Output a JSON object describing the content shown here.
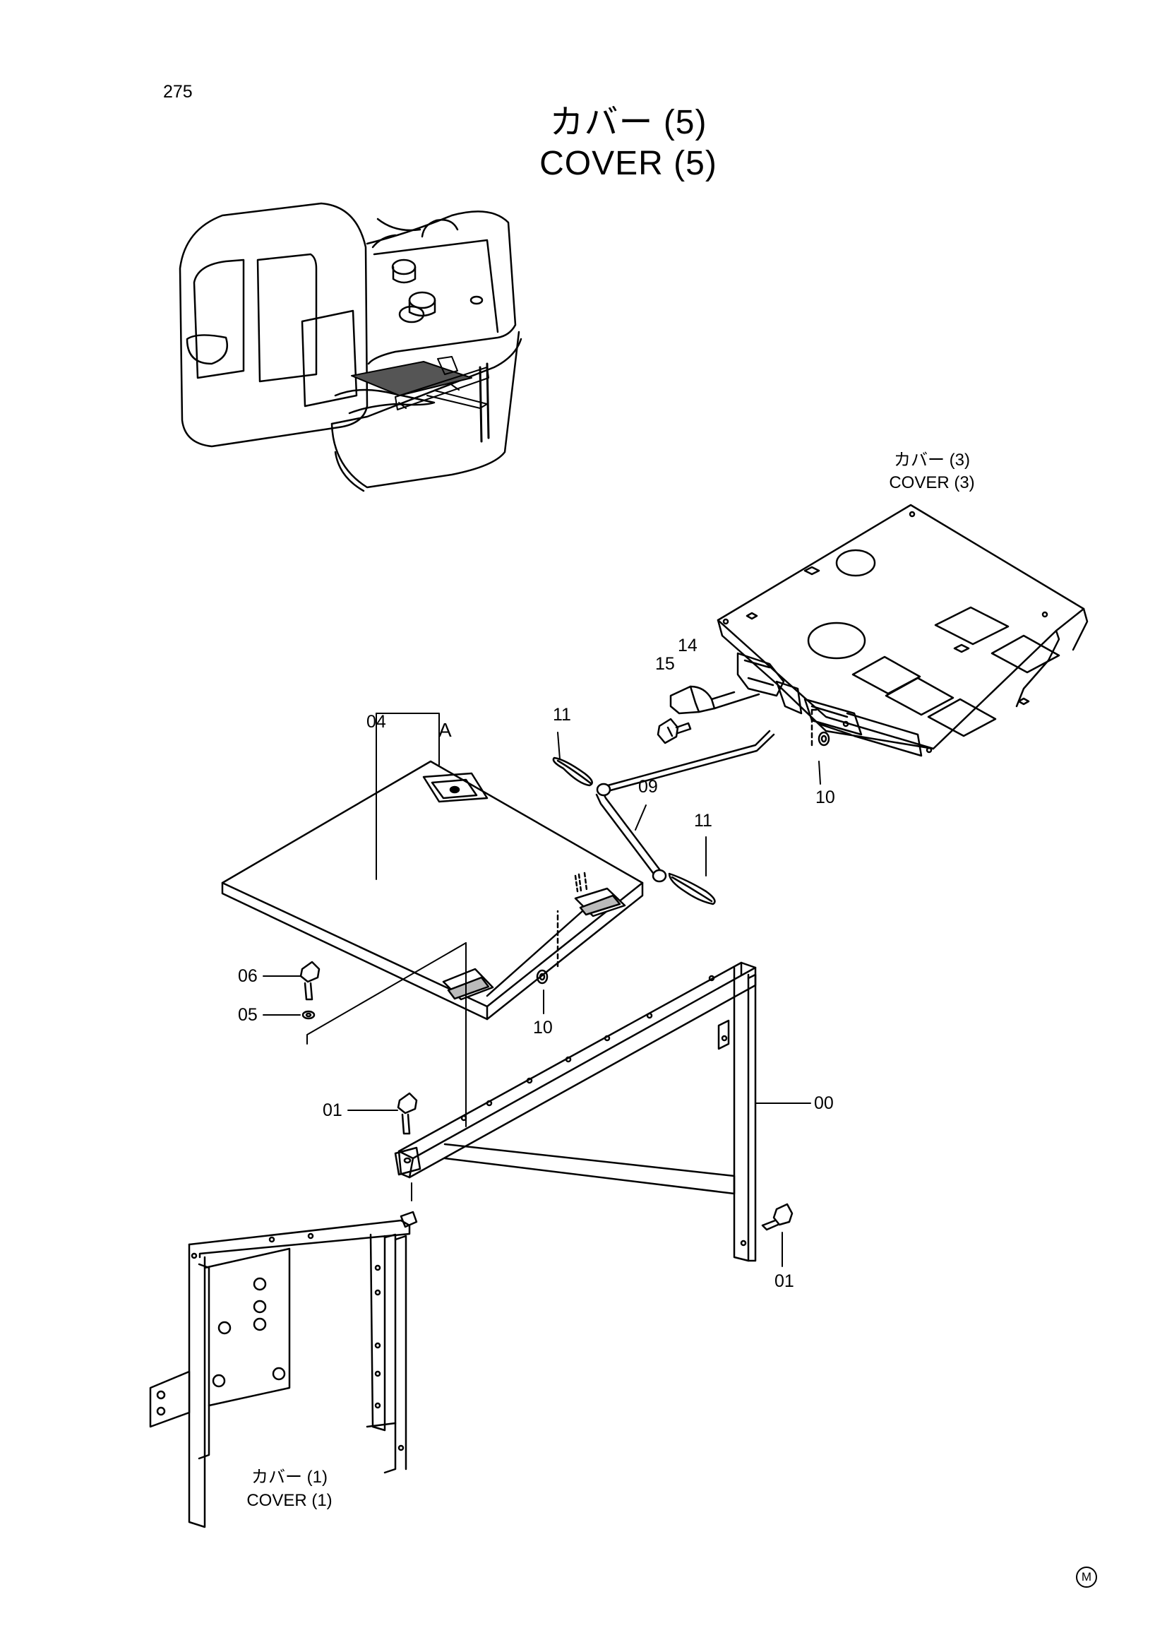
{
  "page_number": "275",
  "title": {
    "jp": "カバー (5)",
    "en": "COVER (5)"
  },
  "refs": {
    "cover3_jp": "カバー (3)",
    "cover3_en": "COVER (3)",
    "cover1_jp": "カバー (1)",
    "cover1_en": "COVER (1)"
  },
  "view_label": "A",
  "callouts": {
    "c04": "04",
    "c15": "15",
    "c14": "14",
    "c11a": "11",
    "c09": "09",
    "c11b": "11",
    "c10a": "10",
    "c10b": "10",
    "c06": "06",
    "c05": "05",
    "c01a": "01",
    "c00": "00",
    "c01b": "01"
  },
  "mark": "M"
}
